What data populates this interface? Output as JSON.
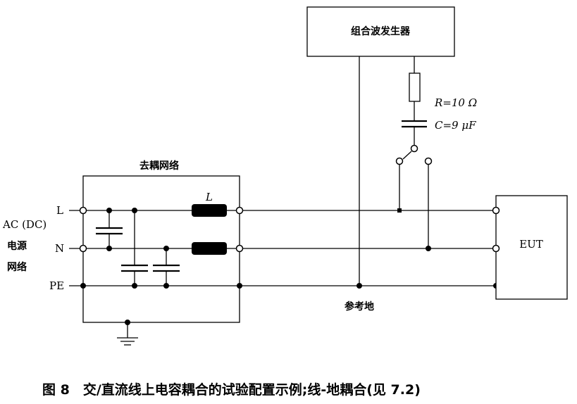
{
  "generator": {
    "label": "组合波发生器"
  },
  "decoupling_network": {
    "label": "去耦网络"
  },
  "inductor": {
    "label": "L"
  },
  "resistor": {
    "label": "R=10 Ω"
  },
  "capacitor": {
    "label": "C=9 μF"
  },
  "eut": {
    "label": "EUT"
  },
  "reference_ground": {
    "label": "参考地"
  },
  "lines": {
    "l": "L",
    "n": "N",
    "pe": "PE"
  },
  "source": {
    "line1": "AC (DC)",
    "line2": "电源",
    "line3": "网络"
  },
  "caption": "图 8　交/直流线上电容耦合的试验配置示例;线-地耦合(见 7.2)"
}
